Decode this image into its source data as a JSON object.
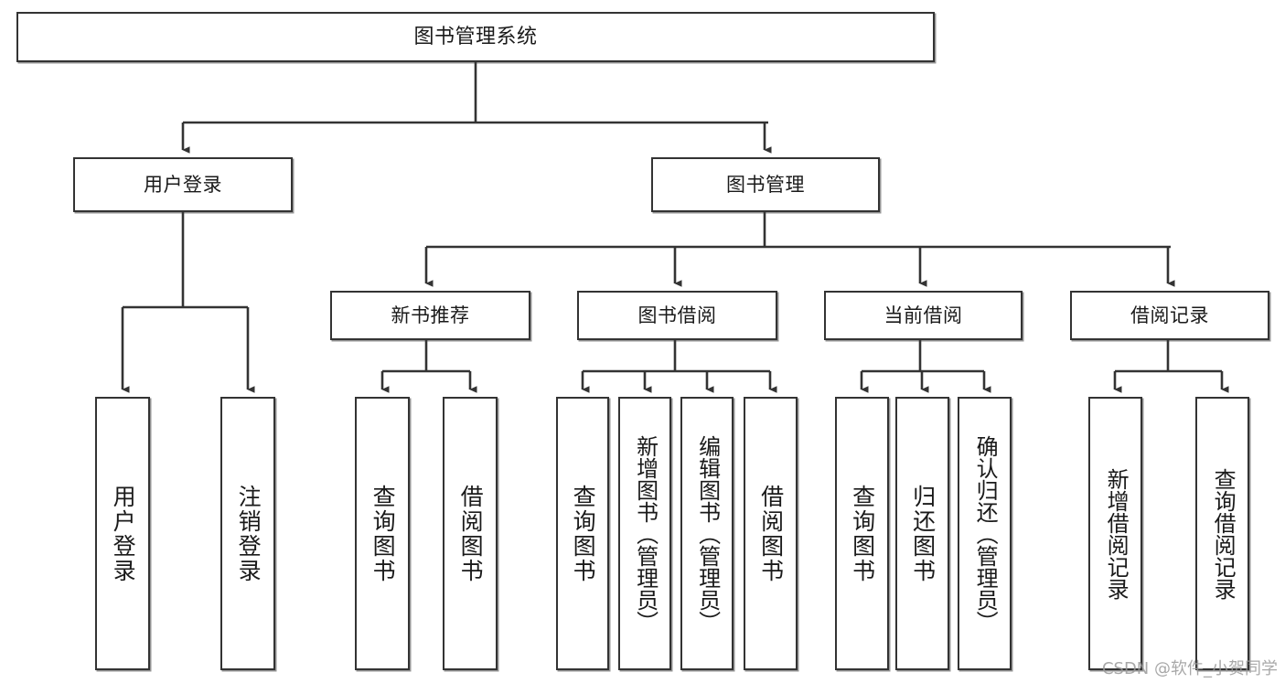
{
  "diagram": {
    "title": "图书管理系统",
    "type": "tree-hierarchy",
    "stroke_color": "#333333",
    "fill_color": "#ffffff",
    "text_color": "#1a1a1a"
  },
  "nodes": {
    "root": {
      "label": "图书管理系统"
    },
    "level2": [
      {
        "label": "用户登录"
      },
      {
        "label": "图书管理"
      }
    ],
    "level3": [
      {
        "label": "新书推荐"
      },
      {
        "label": "图书借阅"
      },
      {
        "label": "当前借阅"
      },
      {
        "label": "借阅记录"
      }
    ],
    "leaves": {
      "user_login": [
        {
          "label": "用户登录"
        },
        {
          "label": "注销登录"
        }
      ],
      "new_book": [
        {
          "label": "查询图书"
        },
        {
          "label": "借阅图书"
        }
      ],
      "book_borrow": [
        {
          "label": "查询图书"
        },
        {
          "label": "新增图书（管理员）"
        },
        {
          "label": "编辑图书（管理员）"
        },
        {
          "label": "借阅图书"
        }
      ],
      "current_borrow": [
        {
          "label": "查询图书"
        },
        {
          "label": "归还图书"
        },
        {
          "label": "确认归还（管理员）"
        }
      ],
      "borrow_record": [
        {
          "label": "新增借阅记录"
        },
        {
          "label": "查询借阅记录"
        }
      ]
    }
  },
  "watermark": {
    "text": "CSDN @软件_小贺同学"
  }
}
